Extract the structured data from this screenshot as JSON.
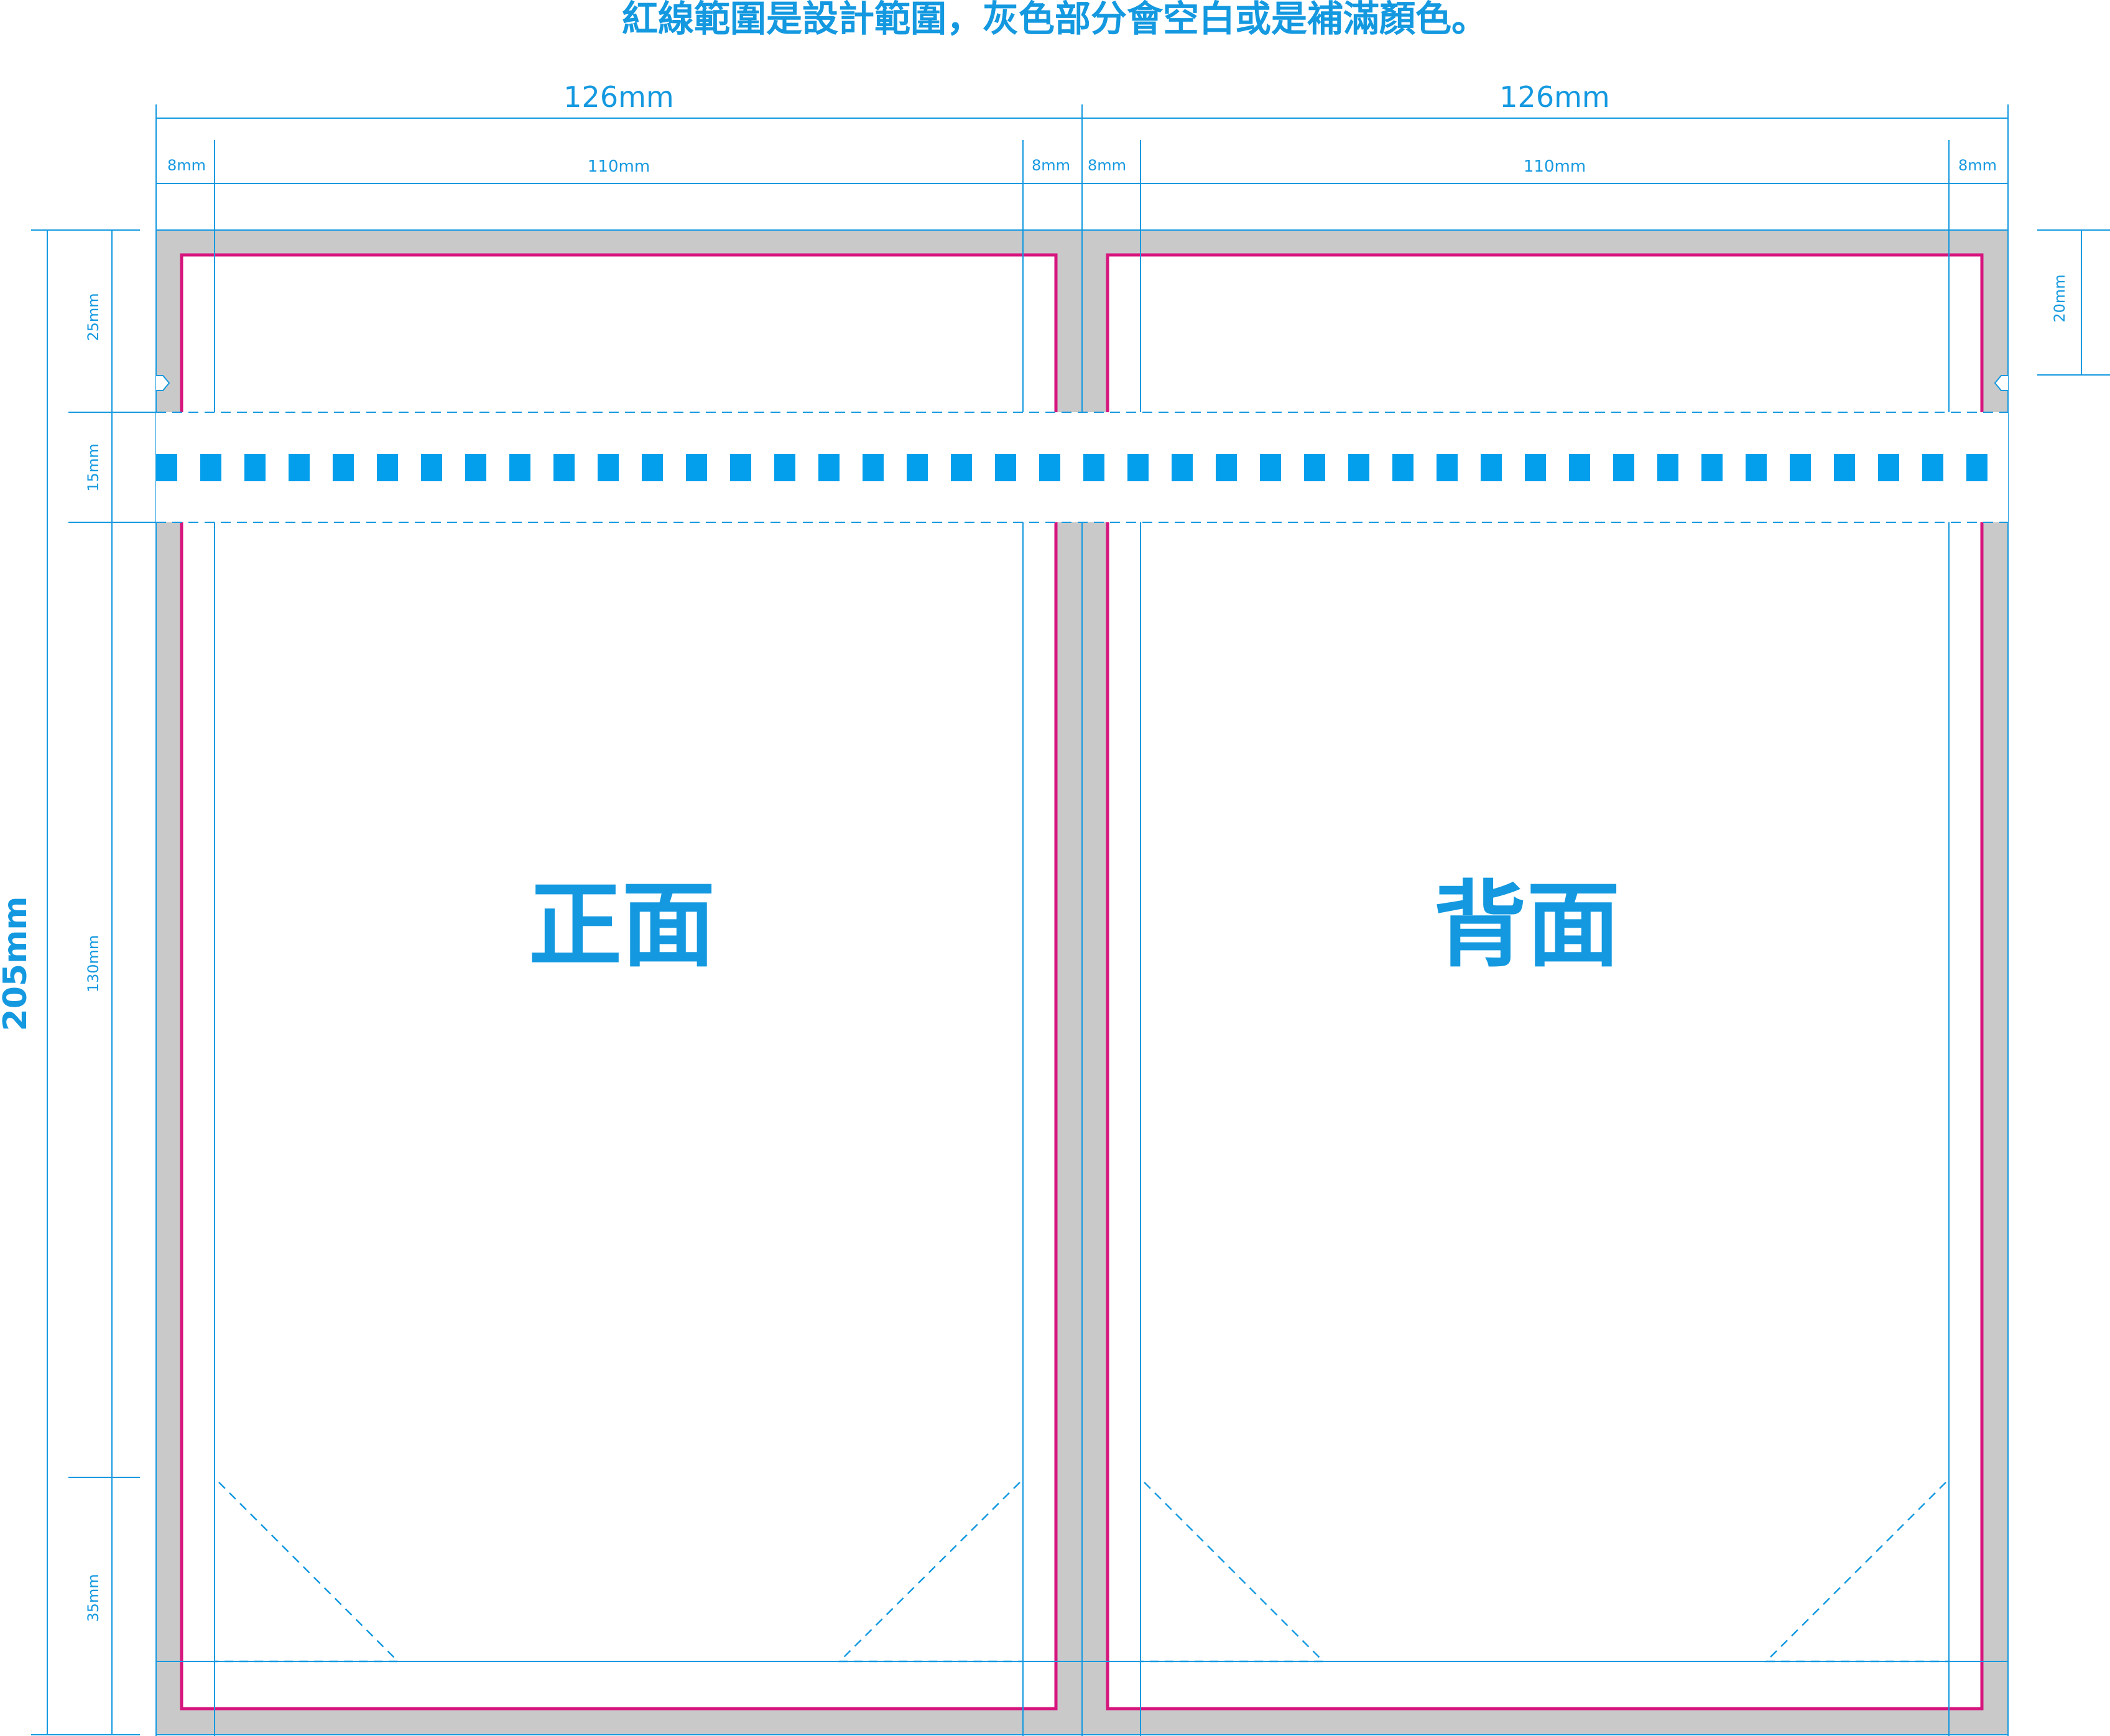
{
  "title": "紅線範圍是設計範圍，灰色部分會空白或是補滿顏色。",
  "dimensions": {
    "top_left_total": "126mm",
    "top_right_total": "126mm",
    "side_margin": "8mm",
    "inner_width": "110mm",
    "left_total_height": "205mm",
    "seg_top": "25mm",
    "seg_tear": "15mm",
    "seg_body": "130mm",
    "seg_bottom": "35mm",
    "right_top_offset": "20mm"
  },
  "panels": {
    "front_label": "正面",
    "back_label": "背面"
  },
  "colors": {
    "guide": "#1499e0",
    "design_line": "#d6157d",
    "bleed_fill": "#c9c9c9",
    "tear_block": "#049fec"
  }
}
